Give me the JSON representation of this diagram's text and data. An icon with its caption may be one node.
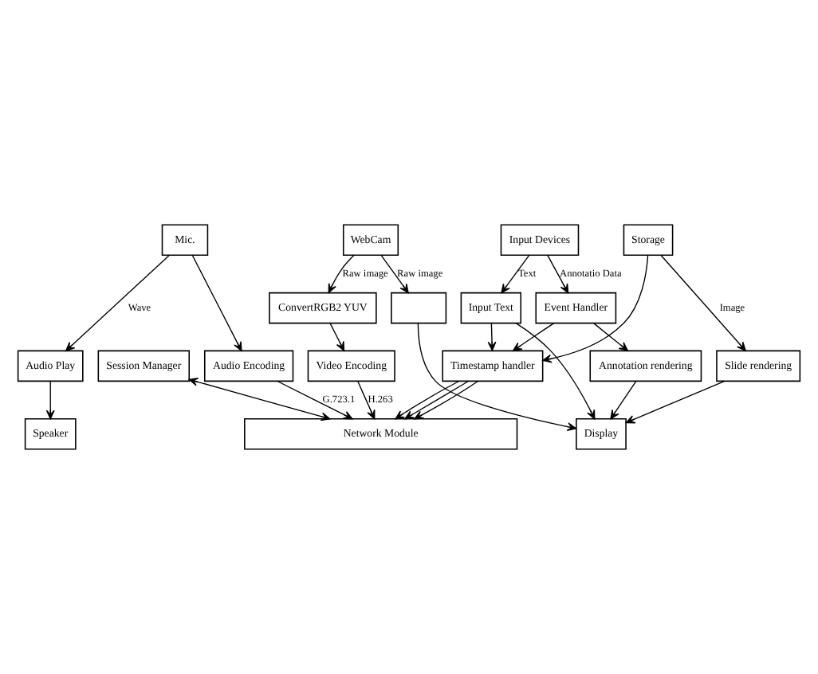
{
  "diagram": {
    "nodes": [
      {
        "text": [
          "Mic."
        ]
      },
      {
        "text": [
          "WebCam"
        ]
      },
      {
        "text": [
          "Storage"
        ]
      },
      {
        "text": [
          "Input Devices"
        ]
      },
      {
        "text": [],
        "shape": "box"
      },
      {
        "text": [
          "ConvertRGB2 YUV"
        ]
      },
      {
        "text": [
          "Event Handler"
        ]
      },
      {
        "text": [
          "Input Text"
        ]
      },
      {
        "text": [
          "Video Encoding"
        ]
      },
      {
        "text": [
          "Slide rendering"
        ]
      },
      {
        "text": [
          "Session Manager"
        ]
      },
      {
        "text": [
          "Audio Play"
        ]
      },
      {
        "text": [
          "Audio Encoding"
        ]
      },
      {
        "text": [
          "Annotation rendering"
        ]
      },
      {
        "text": [
          "Timestamp handler"
        ]
      },
      {
        "text": [
          "Speaker"
        ]
      },
      {
        "text": [
          "Display"
        ]
      },
      {
        "text": [
          "Network Module"
        ]
      }
    ],
    "edges": [
      {
        "from": 0,
        "to": 11,
        "arrow": "to",
        "label": "Wave"
      },
      {
        "from": 0,
        "to": 12,
        "arrow": "to"
      },
      {
        "from": 1,
        "to": 4,
        "arrow": "to",
        "label": "Raw image"
      },
      {
        "from": 1,
        "to": 5,
        "arrow": "to",
        "label": "Raw image"
      },
      {
        "from": 2,
        "to": 9,
        "arrow": "to",
        "label": "Image"
      },
      {
        "from": 2,
        "to": 14,
        "arrow": "to"
      },
      {
        "from": 3,
        "to": 6,
        "arrow": "to",
        "label": "Annotatio Data"
      },
      {
        "from": 3,
        "to": 7,
        "arrow": "to",
        "label": "Text"
      },
      {
        "from": 4,
        "to": 16,
        "arrow": "to"
      },
      {
        "from": 5,
        "to": 8,
        "arrow": "to"
      },
      {
        "from": 6,
        "to": 13,
        "arrow": "to"
      },
      {
        "from": 6,
        "to": 14,
        "arrow": "to"
      },
      {
        "from": 7,
        "to": 14,
        "arrow": "to"
      },
      {
        "from": 7,
        "to": 16,
        "arrow": "to"
      },
      {
        "from": 8,
        "to": 17,
        "arrow": "to",
        "label": "H.263"
      },
      {
        "from": 9,
        "to": 16,
        "arrow": "to"
      },
      {
        "from": 13,
        "to": 16,
        "arrow": "to"
      },
      {
        "from": 12,
        "to": 17,
        "arrow": "to",
        "label": "G.723.1"
      },
      {
        "from": 11,
        "to": 15,
        "arrow": "to"
      },
      {
        "from": 14,
        "to": 17,
        "arrow": "to"
      },
      {
        "from": 14,
        "to": 17,
        "arrow": "to"
      },
      {
        "from": 14,
        "to": 17,
        "arrow": "to"
      },
      {
        "from": 10,
        "to": 17,
        "arrow": "both"
      }
    ]
  }
}
